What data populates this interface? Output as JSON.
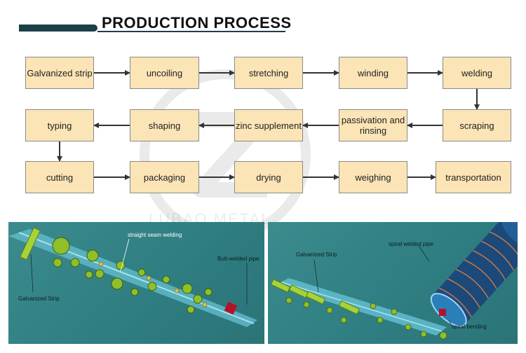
{
  "title": "PRODUCTION PROCESS",
  "watermark": "LUBAO METAL",
  "steps": {
    "galvanized_strip": "Galvanized strip",
    "uncoiling": "uncoiling",
    "stretching": "stretching",
    "winding": "winding",
    "welding": "welding",
    "scraping": "scraping",
    "passivation": "passivation and rinsing",
    "zinc": "zinc supplement",
    "shaping": "shaping",
    "typing": "typing",
    "cutting": "cutting",
    "packaging": "packaging",
    "drying": "drying",
    "weighing": "weighing",
    "transportation": "transportation"
  },
  "left_image": {
    "seam_label": "straight seam welding",
    "pipe_label": "Butt-welded pipe",
    "strip_label": "Galvanized Strip"
  },
  "right_image": {
    "strip_label": "Galvanized Strip",
    "pipe_label": "spiral welded pipe",
    "bending_label": "spiral bending"
  },
  "colors": {
    "box_fill": "#fbe4b5",
    "title_accent": "#1d3f48",
    "panel_bg": "#2f7f83",
    "roller_green": "#8fbf2a"
  }
}
